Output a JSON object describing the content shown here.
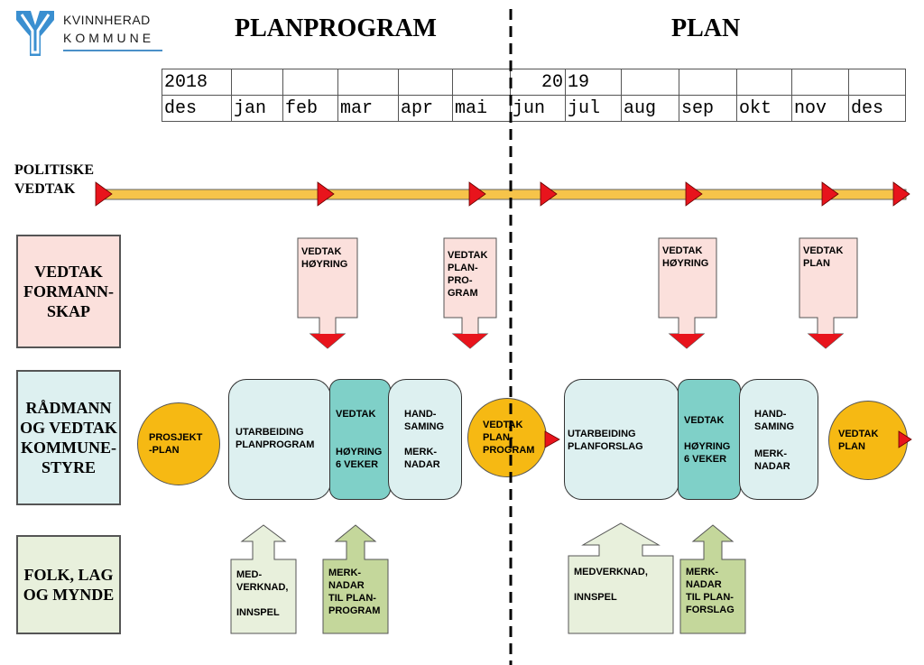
{
  "logo": {
    "line1": "KVINNHERAD",
    "line2": "KOMMUNE"
  },
  "phases": {
    "left": "PLANPROGRAM",
    "right": "PLAN"
  },
  "timeline": {
    "years": [
      "2018",
      "",
      "",
      "",
      "",
      "",
      "20",
      "19",
      "",
      "",
      "",
      "",
      ""
    ],
    "months": [
      "des",
      "jan",
      "feb",
      "mar",
      "apr",
      "mai",
      "jun",
      "jul",
      "aug",
      "sep",
      "okt",
      "nov",
      "des"
    ]
  },
  "rows": {
    "politiske": "POLITISKE VEDTAK",
    "formannskap": "VEDTAK FORMANN-SKAP",
    "radmann": "RÅDMANN OG VEDTAK KOMMUNE-STYRE",
    "folk": "FOLK, LAG OG MYNDE"
  },
  "formannskap_boxes": [
    {
      "text": "VEDTAK\nHØYRING"
    },
    {
      "text": "VEDTAK\nPLAN-\nPRO-\nGRAM"
    },
    {
      "text": "VEDTAK\nHØYRING"
    },
    {
      "text": "VEDTAK\nPLAN"
    }
  ],
  "stages": {
    "prosjektplan": "PROSJEKT\n-PLAN",
    "utarbeiding_pp": "UTARBEIDING\nPLANPROGRAM",
    "vedtak_hoyring1_a": "VEDTAK",
    "vedtak_hoyring1_b": "HØYRING\n6 VEKER",
    "handsaming1_a": "HAND-\nSAMING",
    "handsaming1_b": "MERK-\nNADAR",
    "vedtak_planprogram": "VEDTAK\nPLAN-\nPROGRAM",
    "utarbeiding_pf": "UTARBEIDING\nPLANFORSLAG",
    "vedtak_hoyring2_a": "VEDTAK",
    "vedtak_hoyring2_b": "HØYRING\n6 VEKER",
    "handsaming2_a": "HAND-\nSAMING",
    "handsaming2_b": "MERK-\nNADAR",
    "vedtak_plan": "VEDTAK\nPLAN"
  },
  "folk_boxes": [
    {
      "text": "MED-\nVERKNAD,\n\nINNSPEL"
    },
    {
      "text": "MERK-\nNADAR\nTIL PLAN-\nPROGRAM"
    },
    {
      "text": "MEDVERKNAD,\n\nINNSPEL"
    },
    {
      "text": "MERK-\nNADAR\nTIL PLAN-\nFORSLAG"
    }
  ],
  "colors": {
    "arrow_bar": "#f6c44a",
    "arrow_head": "#e8141c",
    "pink": "#fbe0dc",
    "light_blue": "#ddf0f0",
    "teal": "#7fd0c8",
    "light_green": "#e8f0dc",
    "olive_green": "#c4d79b",
    "orange_circle": "#f6b913",
    "logo_blue": "#3a8fd0"
  }
}
